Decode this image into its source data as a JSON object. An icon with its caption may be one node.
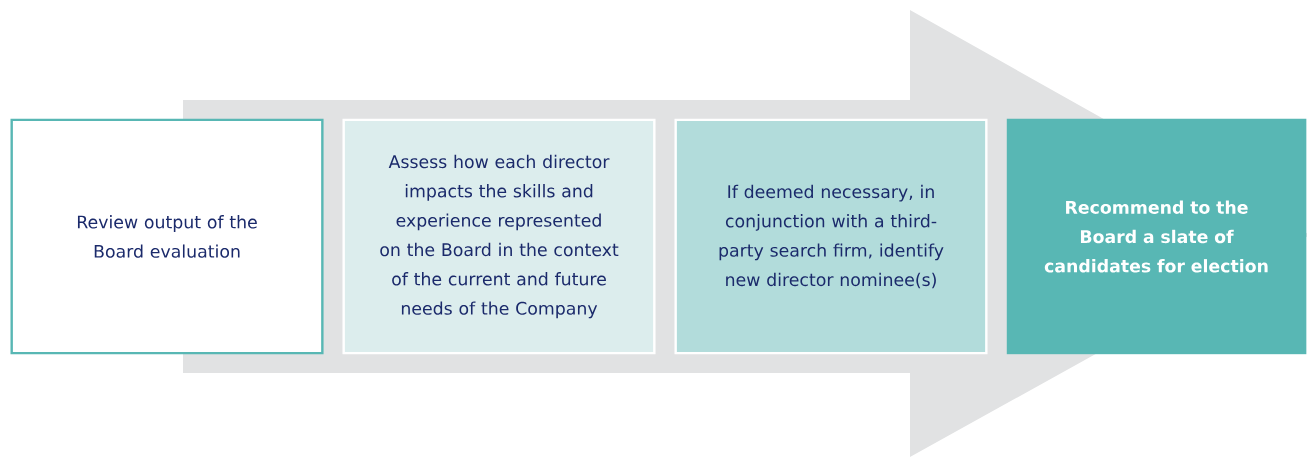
{
  "diagram": {
    "nodes": [
      {
        "text": [
          "Review output of the Board evaluation"
        ]
      },
      {
        "text": [
          "Assess how each director impacts the skills and experience represented on the Board in the context of the current and future needs of the Company"
        ]
      },
      {
        "text": [
          "If deemed necessary, in conjunction with a third-party search firm, identify new director nominee(s)"
        ]
      },
      {
        "text": [
          "Recommend to the Board a slate of candidates for election"
        ]
      }
    ],
    "edges": [
      {
        "from": 0,
        "to": 3,
        "arrow": "to"
      }
    ]
  }
}
